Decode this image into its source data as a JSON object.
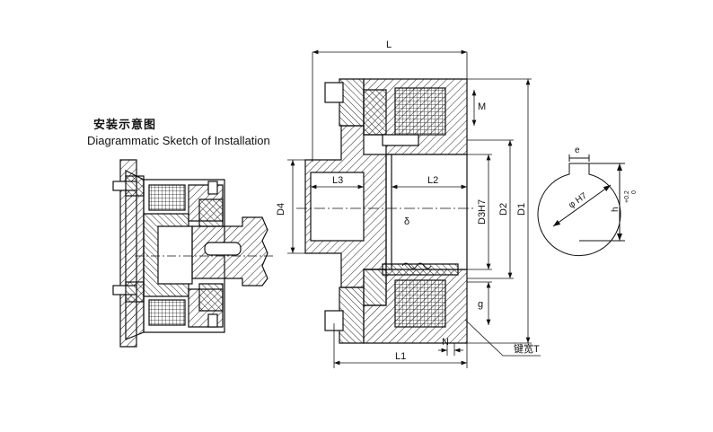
{
  "caption": {
    "chinese": "安装示意图",
    "english": "Diagrammatic Sketch of Installation"
  },
  "dimension_labels": {
    "overall_length": "L",
    "l1": "L1",
    "l2": "L2",
    "l3": "L3",
    "m": "M",
    "d4": "D4",
    "d3": "D3H7",
    "d2": "D2",
    "d1": "D1",
    "delta": "δ",
    "g": "g",
    "n": "N",
    "keyway_width": "键宽T"
  },
  "keyway_section": {
    "e": "e",
    "bore": "φ H7",
    "h": "h",
    "h_tol": "+0.2",
    "h_tol2": "0"
  },
  "colors": {
    "line": "#111111",
    "hatch": "#222222",
    "background": "#ffffff"
  }
}
